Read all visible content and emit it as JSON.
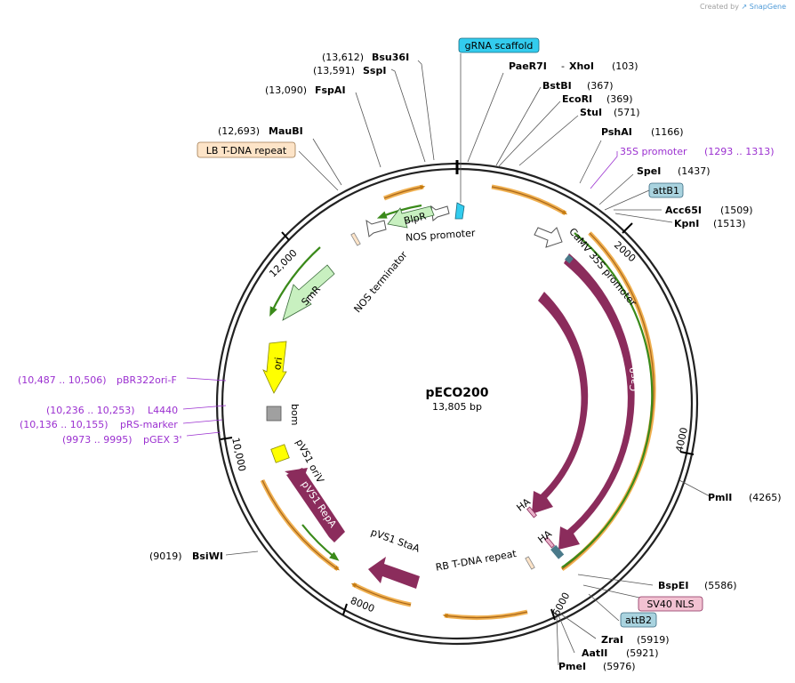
{
  "credit": {
    "prefix": "Created by",
    "brand": "SnapGene"
  },
  "plasmid": {
    "name": "pECO200",
    "length": "13,805 bp"
  },
  "ticks": [
    "2000",
    "4000",
    "6000",
    "8000",
    "10,000",
    "12,000"
  ],
  "sites": [
    {
      "name": "Bsu36I",
      "pos": "(13,612)"
    },
    {
      "name": "SspI",
      "pos": "(13,591)"
    },
    {
      "name": "FspAI",
      "pos": "(13,090)"
    },
    {
      "name": "MauBI",
      "pos": "(12,693)"
    },
    {
      "name": "PaeR7I",
      "pos": "(103)"
    },
    {
      "name": "XhoI",
      "pos": ""
    },
    {
      "name": "BstBI",
      "pos": "(367)"
    },
    {
      "name": "EcoRI",
      "pos": "(369)"
    },
    {
      "name": "StuI",
      "pos": "(571)"
    },
    {
      "name": "PshAI",
      "pos": "(1166)"
    },
    {
      "name": "SpeI",
      "pos": "(1437)"
    },
    {
      "name": "Acc65I",
      "pos": "(1509)"
    },
    {
      "name": "KpnI",
      "pos": "(1513)"
    },
    {
      "name": "PmlI",
      "pos": "(4265)"
    },
    {
      "name": "BspEI",
      "pos": "(5586)"
    },
    {
      "name": "ZraI",
      "pos": "(5919)"
    },
    {
      "name": "AatII",
      "pos": "(5921)"
    },
    {
      "name": "PmeI",
      "pos": "(5976)"
    },
    {
      "name": "BsiWI",
      "pos": "(9019)"
    }
  ],
  "boxed_features": [
    {
      "label": "gRNA scaffold",
      "color": "#33ccee"
    },
    {
      "label": "LB T-DNA repeat",
      "color": "#fde4c8"
    },
    {
      "label": "attB1",
      "color": "#a9d3df"
    },
    {
      "label": "SV40 NLS",
      "color": "#f2c2d2"
    },
    {
      "label": "attB2",
      "color": "#a9d3df"
    }
  ],
  "primers": [
    {
      "label": "35S promoter",
      "range": "(1293 .. 1313)"
    },
    {
      "label": "pBR322ori-F",
      "range": "(10,487 .. 10,506)"
    },
    {
      "label": "L4440",
      "range": "(10,236 .. 10,253)"
    },
    {
      "label": "pRS-marker",
      "range": "(10,136 .. 10,155)"
    },
    {
      "label": "pGEX 3'",
      "range": "(9973 .. 9995)"
    }
  ],
  "features": [
    {
      "label": "BlpR",
      "color": "#c8f0c0"
    },
    {
      "label": "NOS promoter",
      "color": "#ffffff"
    },
    {
      "label": "NOS terminator",
      "color": "#ffffff"
    },
    {
      "label": "SmR",
      "color": "#c8f0c0"
    },
    {
      "label": "ori",
      "color": "#ffff00"
    },
    {
      "label": "bom",
      "color": "#a0a0a0"
    },
    {
      "label": "pVS1 oriV",
      "color": "#ffff00"
    },
    {
      "label": "pVS1 RepA",
      "color": "#8b2c5c"
    },
    {
      "label": "pVS1 StaA",
      "color": "#8b2c5c"
    },
    {
      "label": "RB T-DNA repeat",
      "color": "#fde4c8"
    },
    {
      "label": "CaMV 35S promoter",
      "color": "#ffffff"
    },
    {
      "label": "Cas9",
      "color": "#8b2c5c"
    },
    {
      "label": "Cas9",
      "color": "#8b2c5c"
    },
    {
      "label": "HA",
      "color": "#8b2c5c"
    },
    {
      "label": "HA",
      "color": "#8b2c5c"
    }
  ],
  "colors": {
    "primer": "#9b30d0",
    "orf": "#f0b050",
    "orf_inner": "#f8d8a0",
    "green_arrow": "#3a8a1a"
  }
}
